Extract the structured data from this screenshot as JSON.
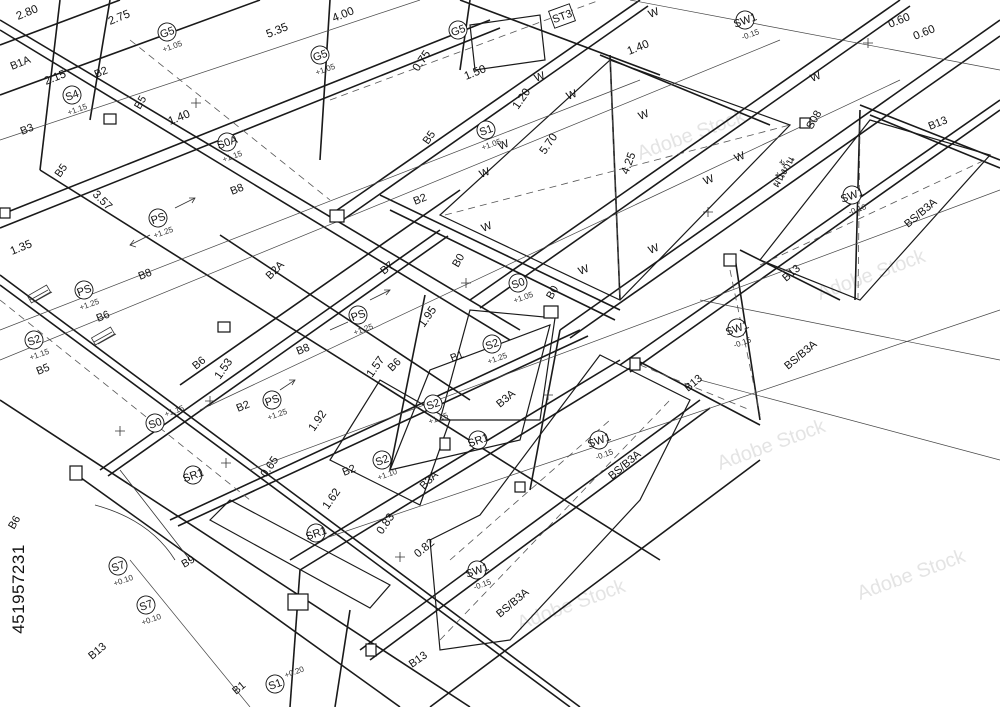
{
  "stock_id": "451957231",
  "rooms": [
    {
      "tag": "G5",
      "level": "+1.05"
    },
    {
      "tag": "G5",
      "level": "+1.05"
    },
    {
      "tag": "G5",
      "level": ""
    },
    {
      "tag": "ST3",
      "level": ""
    },
    {
      "tag": "SW1",
      "level": "-0.15"
    },
    {
      "tag": "S4",
      "level": "+1.15"
    },
    {
      "tag": "S0A",
      "level": "+1.15"
    },
    {
      "tag": "S1",
      "level": "+1.05"
    },
    {
      "tag": "PS",
      "level": "+1.25"
    },
    {
      "tag": "SW1",
      "level": "-0.16"
    },
    {
      "tag": "S0",
      "level": "+1.05"
    },
    {
      "tag": "PS",
      "level": "+1.25"
    },
    {
      "tag": "PS",
      "level": "+1.25"
    },
    {
      "tag": "S2",
      "level": "+1.15"
    },
    {
      "tag": "S2",
      "level": "+1.25"
    },
    {
      "tag": "SW1",
      "level": "-0.15"
    },
    {
      "tag": "PS",
      "level": "+1.25"
    },
    {
      "tag": "S2",
      "level": "+1.15"
    },
    {
      "tag": "S0",
      "level": "+1.15"
    },
    {
      "tag": "SR1",
      "level": ""
    },
    {
      "tag": "SR1",
      "level": ""
    },
    {
      "tag": "S2",
      "level": "+1.10"
    },
    {
      "tag": "SW1",
      "level": "-0.15"
    },
    {
      "tag": "SR1",
      "level": ""
    },
    {
      "tag": "SW1",
      "level": "-0.15"
    },
    {
      "tag": "S7",
      "level": "+0.10"
    },
    {
      "tag": "S7",
      "level": "+0.10"
    },
    {
      "tag": "S1",
      "level": "+0.20"
    }
  ],
  "dimensions": [
    "2.80",
    "2.75",
    "5.35",
    "4.00",
    "0.75",
    "1.50",
    "1.40",
    "0.60",
    "0.60",
    "2.15",
    "1.40",
    "1.20",
    "5.70",
    "4.25",
    "3.57",
    "1.35",
    "1.95",
    "1.53",
    "1.57",
    "1.92",
    "0.65",
    "1.62",
    "0.83",
    "0.82"
  ],
  "beams": [
    "B1A",
    "B2",
    "B5",
    "B3",
    "B5",
    "B5",
    "B8",
    "B2",
    "B8",
    "B2A",
    "B7",
    "B0",
    "B0",
    "B6",
    "B5",
    "B6",
    "B8",
    "B6",
    "B2",
    "B1",
    "B3A",
    "B2",
    "B3A",
    "B6",
    "B9",
    "B13",
    "B1",
    "B13",
    "B13",
    "B13",
    "B13",
    "S08",
    "BS/B3A",
    "BS/B3A",
    "BS/B3A",
    "BS/B3A"
  ],
  "wall_marks": [
    "W",
    "W",
    "W",
    "W",
    "W",
    "W",
    "W",
    "W",
    "W",
    "W",
    "W",
    "W"
  ],
  "thai_note": "ผนังกั้น"
}
